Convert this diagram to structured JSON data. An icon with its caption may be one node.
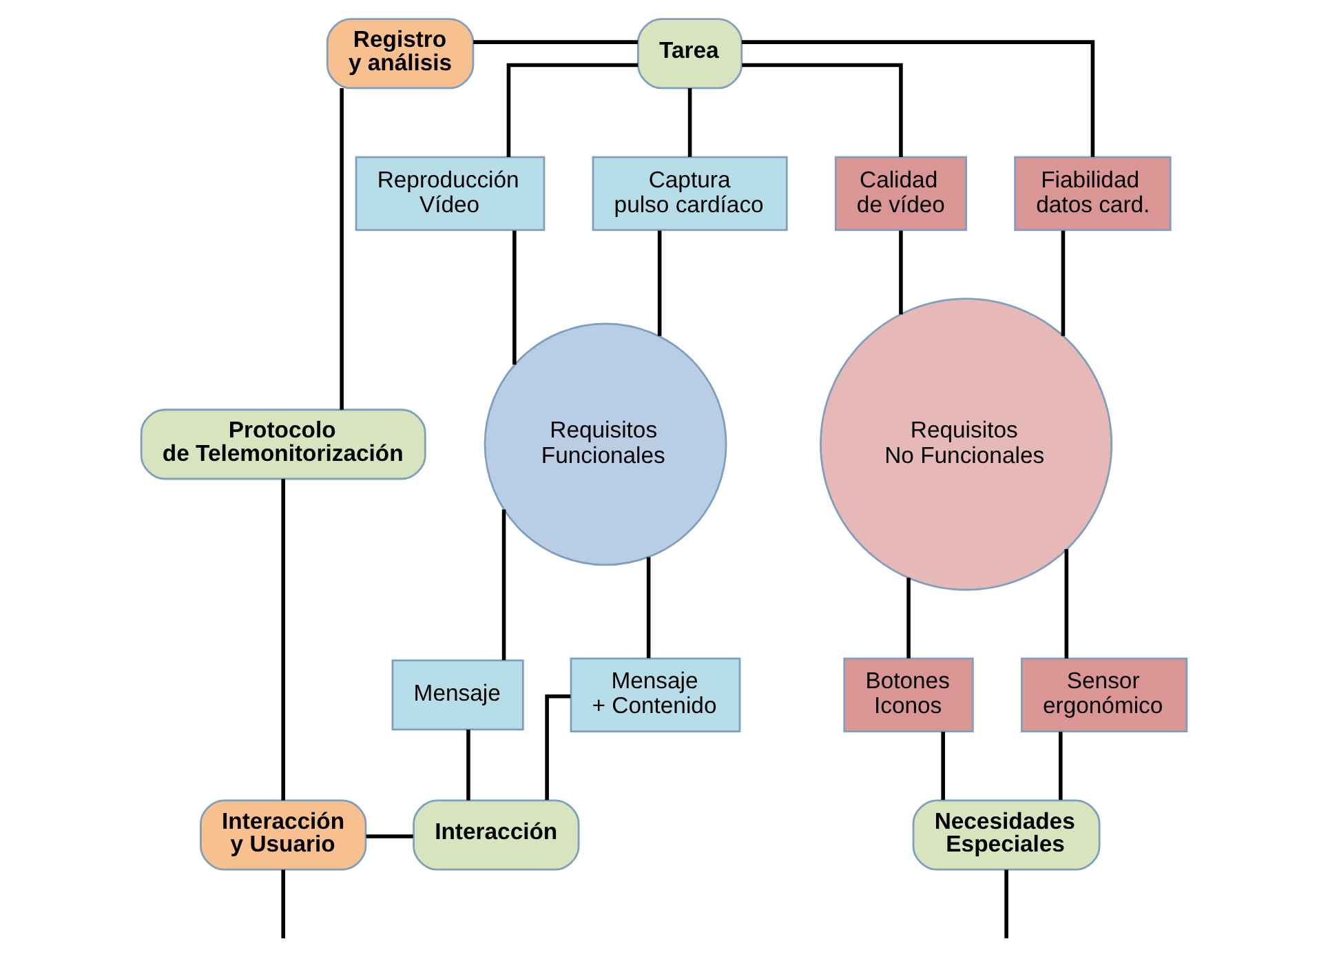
{
  "diagram": {
    "nodes": [
      {
        "text": [
          "Registro y análisis"
        ]
      },
      {
        "text": [
          "Tarea"
        ]
      },
      {
        "text": [
          "Reproducción Vídeo"
        ]
      },
      {
        "text": [
          "Captura pulso cardíaco"
        ]
      },
      {
        "text": [
          "Calidad de vídeo"
        ]
      },
      {
        "text": [
          "Fiabilidad datos card."
        ]
      },
      {
        "text": [
          "Protocolo de Telemonitorización"
        ]
      },
      {
        "text": [
          "Requisitos Funcionales"
        ]
      },
      {
        "text": [
          "Requisitos No Funcionales"
        ]
      },
      {
        "text": [
          "Mensaje"
        ]
      },
      {
        "text": [
          "Mensaje + Contenido"
        ]
      },
      {
        "text": [
          "Botones Iconos"
        ]
      },
      {
        "text": [
          "Sensor ergonómico"
        ]
      },
      {
        "text": [
          "Interacción y Usuario"
        ]
      },
      {
        "text": [
          "Interacción"
        ]
      },
      {
        "text": [
          "Necesidades Especiales"
        ]
      }
    ],
    "edges": [
      {
        "from": 0,
        "to": 1,
        "arrow": "none"
      },
      {
        "from": 0,
        "to": 6,
        "arrow": "none"
      },
      {
        "from": 1,
        "to": 2,
        "arrow": "none"
      },
      {
        "from": 1,
        "to": 3,
        "arrow": "none"
      },
      {
        "from": 1,
        "to": 4,
        "arrow": "none"
      },
      {
        "from": 1,
        "to": 5,
        "arrow": "none"
      },
      {
        "from": 2,
        "to": 7,
        "arrow": "none"
      },
      {
        "from": 3,
        "to": 7,
        "arrow": "none"
      },
      {
        "from": 4,
        "to": 8,
        "arrow": "none"
      },
      {
        "from": 5,
        "to": 8,
        "arrow": "none"
      },
      {
        "from": 7,
        "to": 9,
        "arrow": "none"
      },
      {
        "from": 7,
        "to": 10,
        "arrow": "none"
      },
      {
        "from": 8,
        "to": 11,
        "arrow": "none"
      },
      {
        "from": 8,
        "to": 12,
        "arrow": "none"
      },
      {
        "from": 6,
        "to": 13,
        "arrow": "none"
      },
      {
        "from": 9,
        "to": 14,
        "arrow": "none"
      },
      {
        "from": 10,
        "to": 14,
        "arrow": "none"
      },
      {
        "from": 13,
        "to": 14,
        "arrow": "none"
      },
      {
        "from": 11,
        "to": 15,
        "arrow": "none"
      },
      {
        "from": 12,
        "to": 15,
        "arrow": "none"
      },
      {
        "from": 13,
        "to": null,
        "arrow": "none"
      },
      {
        "from": 15,
        "to": null,
        "arrow": "none"
      }
    ]
  }
}
